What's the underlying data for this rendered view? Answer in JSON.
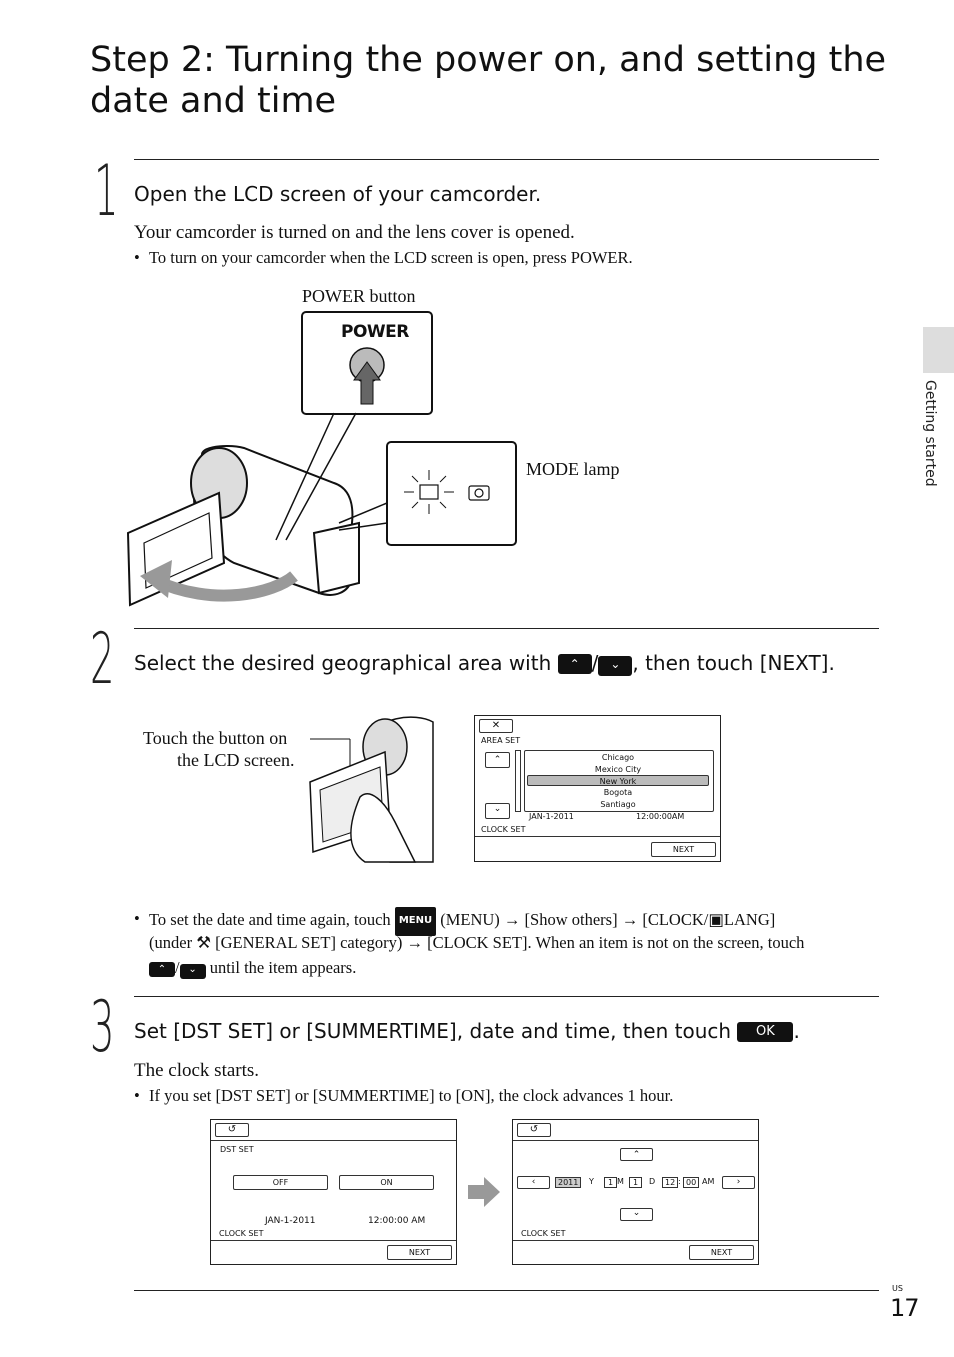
{
  "title": "Step 2: Turning the power on, and setting the date and time",
  "side_tab": "Getting started",
  "page": {
    "region": "US",
    "number": "17"
  },
  "step1": {
    "number": "1",
    "heading": "Open the LCD screen of your camcorder.",
    "body": "Your camcorder is turned on and the lens cover is opened.",
    "bullet": "To turn on your camcorder when the LCD screen is open, press POWER.",
    "labels": {
      "power_button": "POWER button",
      "power_key": "POWER",
      "mode_lamp": "MODE lamp"
    }
  },
  "step2": {
    "number": "2",
    "heading_before": "Select the desired geographical area with",
    "heading_sep": "/",
    "heading_after": ", then touch [NEXT].",
    "touch_label_line1": "Touch the button on",
    "touch_label_line2": "the LCD screen.",
    "lcd": {
      "close": "✕",
      "title": "AREA SET",
      "cities": [
        "Chicago",
        "Mexico City",
        "New York",
        "Bogota",
        "Santiago"
      ],
      "selected_index": 2,
      "date": "JAN-1-2011",
      "time": "12:00:00AM",
      "footer": "CLOCK SET",
      "next": "NEXT"
    },
    "bullet": {
      "part1": "To set the date and time again, touch",
      "menu_icon": "MENU",
      "part2": "(MENU)",
      "part3": "[Show others]",
      "part4": "[CLOCK/",
      "part5": "LANG]",
      "line2_a": "(under",
      "line2_b": "[GENERAL SET] category)",
      "line2_c": "[CLOCK SET]. When an item is not on the screen, touch",
      "line3": "until the item appears.",
      "sep": "/"
    }
  },
  "step3": {
    "number": "3",
    "heading": "Set [DST SET] or [SUMMERTIME], date and time, then touch",
    "heading_end": ".",
    "ok_label": "OK",
    "body": "The clock starts.",
    "bullet": "If you set [DST SET] or [SUMMERTIME] to [ON], the clock advances 1 hour.",
    "lcd_left": {
      "back": "↺",
      "title": "DST SET",
      "off": "OFF",
      "on": "ON",
      "date": "JAN-1-2011",
      "time": "12:00:00 AM",
      "footer": "CLOCK SET",
      "next": "NEXT"
    },
    "lcd_right": {
      "back": "↺",
      "year": "2011",
      "y": "Y",
      "month": "1",
      "m": "M",
      "day": "1",
      "d": "D",
      "hour": "12",
      "colon": ":",
      "minute": "00",
      "ampm": "AM",
      "footer": "CLOCK SET",
      "next": "NEXT"
    }
  }
}
